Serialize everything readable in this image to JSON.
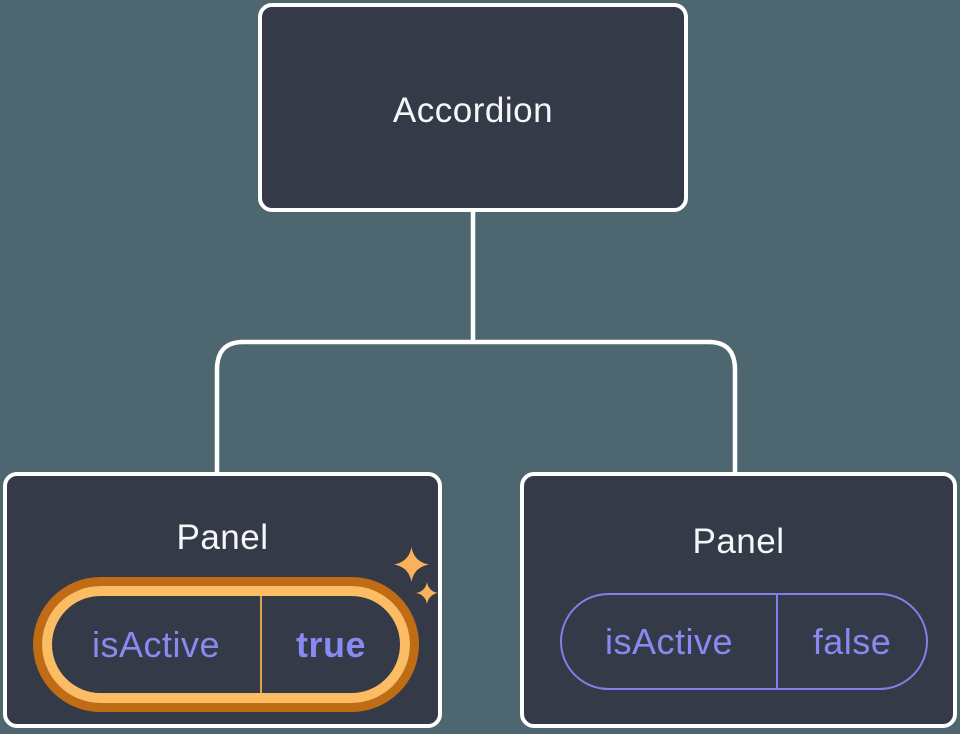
{
  "tree": {
    "root": {
      "label": "Accordion"
    },
    "children": [
      {
        "label": "Panel",
        "state_key": "isActive",
        "state_value": "true",
        "highlighted": true
      },
      {
        "label": "Panel",
        "state_key": "isActive",
        "state_value": "false",
        "highlighted": false
      }
    ]
  },
  "colors": {
    "background": "#4d666f",
    "node_fill": "#343a47",
    "node_border": "#ffffff",
    "connector_line": "#ffffff",
    "title_text": "#f6f7f9",
    "state_text": "#878af0",
    "pill_border_inactive": "#7e82e6",
    "highlight_ring_inner": "#fbbc64",
    "highlight_ring_outer": "#c06c15",
    "highlight_divider": "#dda24c",
    "sparkle": "#f8b25c"
  }
}
